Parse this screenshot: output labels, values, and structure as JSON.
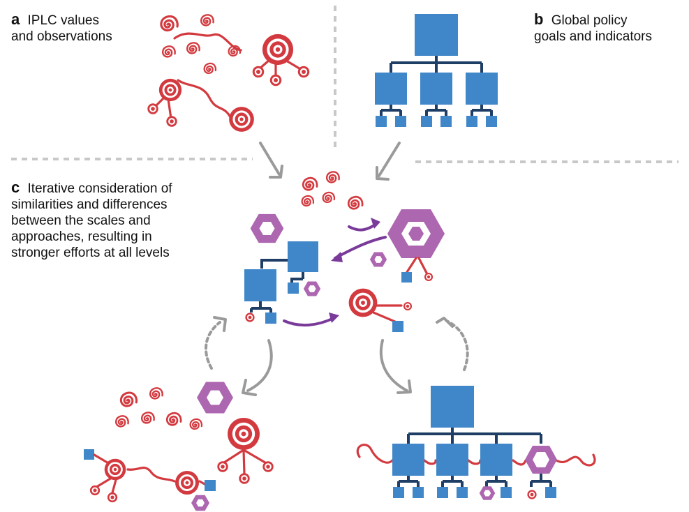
{
  "panels": {
    "a": {
      "letter": "a",
      "text_line1": "IPLC values",
      "text_line2": "and observations"
    },
    "b": {
      "letter": "b",
      "text_line1": "Global policy",
      "text_line2": "goals and indicators"
    },
    "c": {
      "letter": "c",
      "text_lines": [
        "Iterative consideration of",
        "similarities and differences",
        "between the scales and",
        "approaches, resulting in",
        "stronger efforts at all levels"
      ]
    }
  },
  "colors": {
    "iplc_red": "#d33a3f",
    "policy_blue": "#3f87c8",
    "connector_navy": "#1f3e66",
    "hexagon_purple": "#ad66b0",
    "flow_purple": "#7a3a9a",
    "arrow_gray": "#9a9a9a",
    "separator_gray": "#c8c8c8"
  },
  "icons": [
    "spiral-icon",
    "target-icon",
    "square-node-icon",
    "hexagon-icon",
    "hierarchy-icon"
  ]
}
